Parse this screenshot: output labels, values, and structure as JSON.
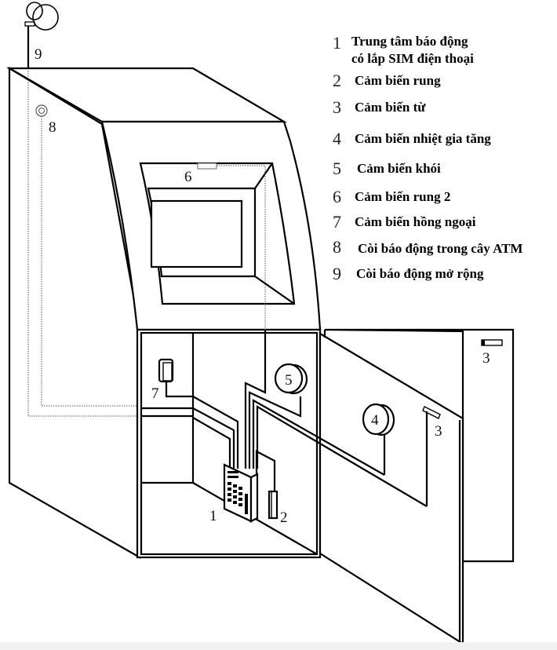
{
  "figure": {
    "subject": "ATM cabinet alarm system sensor layout",
    "callouts": {
      "c1": "1",
      "c2": "2",
      "c3a": "3",
      "c3b": "3",
      "c4": "4",
      "c5": "5",
      "c6": "6",
      "c7": "7",
      "c8": "8",
      "c9": "9"
    }
  },
  "legend": {
    "items": [
      {
        "number": "1",
        "line1": "Trung tâm báo động",
        "line2": "có lắp SIM điện thoại"
      },
      {
        "number": "2",
        "line1": "Cảm biến rung"
      },
      {
        "number": "3",
        "line1": "Cảm biến từ"
      },
      {
        "number": "4",
        "line1": "Cảm biến nhiệt gia tăng"
      },
      {
        "number": "5",
        "line1": "Cảm biến khói"
      },
      {
        "number": "6",
        "line1": "Cảm biến rung 2"
      },
      {
        "number": "7",
        "line1": "Cảm biến hồng ngoại"
      },
      {
        "number": "8",
        "line1": "Còi báo động trong cây ATM"
      },
      {
        "number": "9",
        "line1": "Còi báo động mở rộng"
      }
    ]
  }
}
